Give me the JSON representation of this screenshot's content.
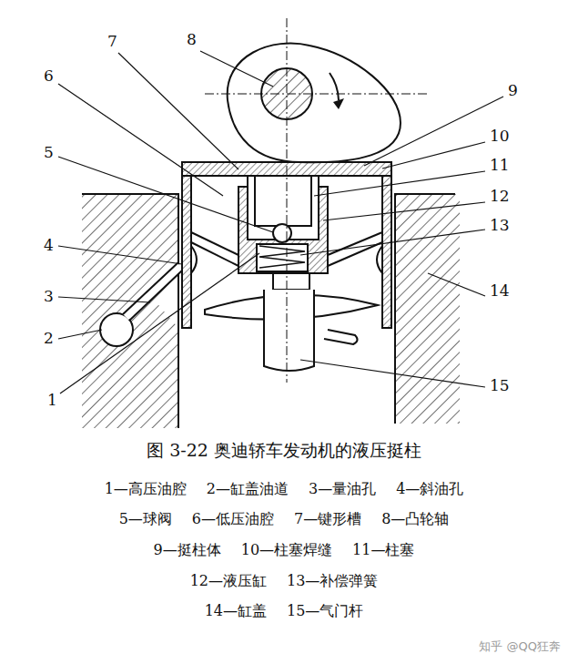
{
  "diagram": {
    "caption": "图 3-22  奥迪轿车发动机的液压挺柱",
    "labels": [
      "1",
      "2",
      "3",
      "4",
      "5",
      "6",
      "7",
      "8",
      "9",
      "10",
      "11",
      "12",
      "13",
      "14",
      "15",
      "1—高压油腔",
      "2—缸盖油道",
      "3—量油孔",
      "4—斜油孔",
      "5—球阀",
      "6—低压油腔",
      "7—键形槽",
      "8—凸轮轴",
      "9—挺柱体",
      "10—柱塞焊缝",
      "11—柱塞",
      "12—液压缸",
      "13—补偿弹簧",
      "14—缸盖",
      "15—气门杆",
      "知乎 @QQ狂奔"
    ]
  }
}
